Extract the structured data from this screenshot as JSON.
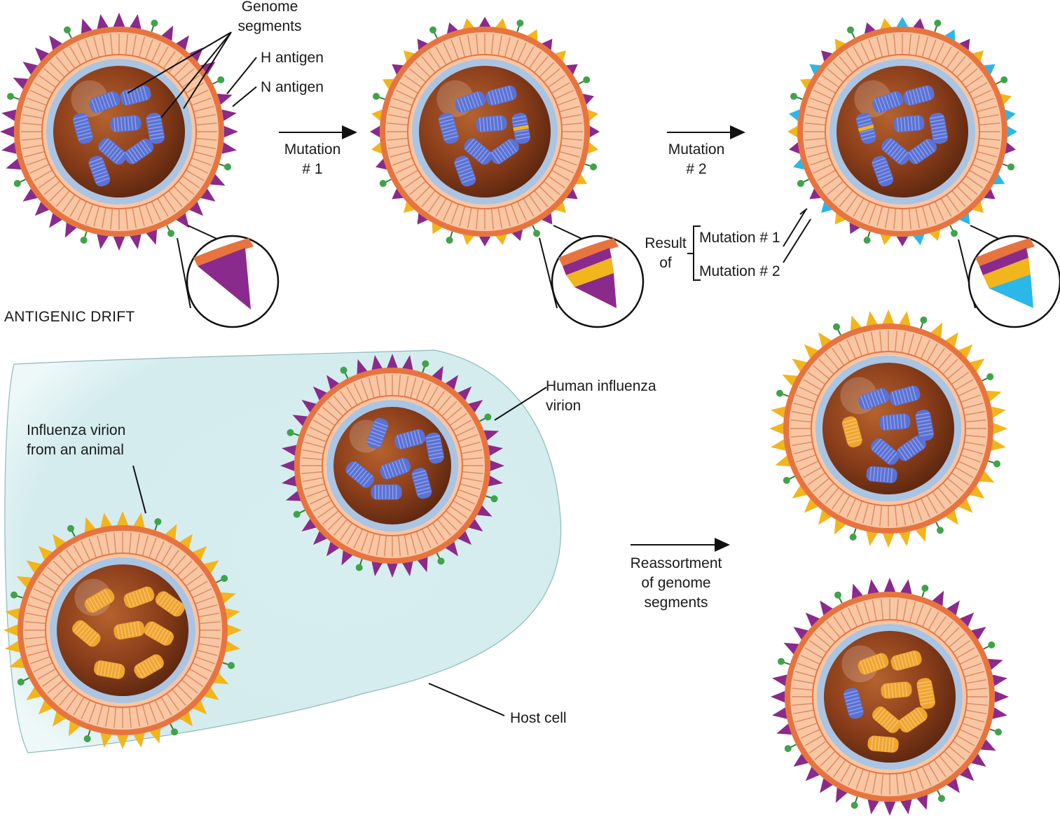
{
  "labels": {
    "genome_segments": [
      "Genome",
      "segments"
    ],
    "h_antigen": "H antigen",
    "n_antigen": "N antigen",
    "mutation1": [
      "Mutation",
      "# 1"
    ],
    "mutation2": [
      "Mutation",
      "# 2"
    ],
    "result_of": [
      "Result",
      "of"
    ],
    "result_mutation1": "Mutation # 1",
    "result_mutation2": "Mutation # 2",
    "antigenic_drift": "ANTIGENIC DRIFT",
    "human_influenza_virion": [
      "Human influenza",
      "virion"
    ],
    "animal_virion": [
      "Influenza virion",
      "from an animal"
    ],
    "host_cell": "Host cell",
    "reassortment": [
      "Reassortment",
      "of genome",
      "segments"
    ]
  },
  "colors": {
    "envelope_outer": "#e7743f",
    "envelope_band": "#f9c6a4",
    "capsid_blue": "#aac5e3",
    "core_brown": "#8b3e1a",
    "segment_blue": "#5a72d6",
    "segment_orange": "#f0a52e",
    "spike_purple": "#8a2a8c",
    "spike_yellow": "#f2b51b",
    "spike_cyan": "#2bb7e8",
    "n_antigen_green": "#3fa34a",
    "host_cell": "#d4ecee"
  }
}
